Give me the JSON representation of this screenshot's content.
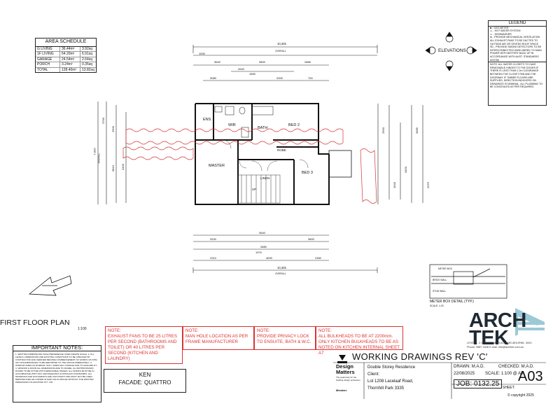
{
  "area_schedule": {
    "title": "AREA SCHEDULE",
    "rows": [
      {
        "name": "G LIVING",
        "m2": "36.44m²",
        "sq": "3.92sq"
      },
      {
        "name": "1F LIVING",
        "m2": "64.20m²",
        "sq": "6.91sq"
      },
      {
        "name": "GARAGE",
        "m2": "24.54m²",
        "sq": "2.64sq"
      },
      {
        "name": "PORCH",
        "m2": "3.24m²",
        "sq": "0.35sq"
      },
      {
        "name": "TOTAL",
        "m2": "128.40m²",
        "sq": "13.82sq"
      }
    ]
  },
  "legend": {
    "title": "LEGEND",
    "items": [
      "■ - GAS METER",
      "▭ - HOT WATER SYSTEM",
      "▭ - DISHWASHER",
      "⊗ - PROVIDE MECHANICAL VENTILATION ALL EXHAUST FANS TO BE DUCTED TO OUTSIDE AIR OR VENTED ROOF SPACE",
      "SD - PROVIDE SMOKE DETECTORS TO BE INTERCONNECTED HARD-WIRED TO MAIN POWER WITH BATTERY BACK UP IN ACCORDANCE WITH AUST. STANDARDS AS3786"
    ],
    "note": "NOTE: ALL WATER CLOSETS TO HAVE REMOVABLE HINGES TO THE DOORS IF THERE IS LESS THAN 1.2m CLEARANCE BETWEEN THE CLOSET PAN AND THE DOORWAY. IF TIMBER FLOORS ARE SUPPLIED, DIRECTION INDICATED ON DRAWINGS IS NOMINAL. ALL PLUMBING TO BE CONCEALED AS PER REQUIRED."
  },
  "elevations_label": "ELEVATIONS",
  "rooms": {
    "ens": "ENS",
    "wir": "WIR",
    "bath": "BATH",
    "bed2": "BED 2",
    "master": "MASTER",
    "bed3": "BED 3",
    "linen": "LINEN",
    "robe": "ROBE",
    "stairs": "UP"
  },
  "plan_title": "FIRST FLOOR PLAN",
  "plan_scale": "1:100",
  "notes": [
    "NOTE:\nEXHAUST FANS TO BE 25 LITRES PER SECOND (BATHROOMS AND TOILET) OR 40 LITRES PER SECOND (KITCHEN AND LAUNDRY)",
    "NOTE:\nMAN HOLE LOCATION AS PER FRAME MANUFACTURER",
    "NOTE:\nPROVIDE PRIVACY LOCK TO ENSUITE, BATH & W.C.",
    "NOTE:\nALL BULKHEADS TO BE AT 2200mm. ONLY KITCHEN BULKHEADS TO BE AS NOTED ON KITCHEN INTERNAL SHEET A7"
  ],
  "important_notes": {
    "title": "IMPORTANT NOTES:",
    "body": "1. WRITTEN DIMENSIONS TAKE PRECEDENCE OVER DRAWN SCALE. 2. ALL LEVELS, DIMENSIONS AND EXISTING CONDITIONS TO BE CHECKED BY CONTRACTOR AND VERIFIED BEFORE COMMENCEMENT OF WORKS ON SITE. ANY DISCREPANCIES TO BE REPORTED TO THE OFFICE IMMEDIATELY. 3. WINDOW SIZES AS NOMINAL ONLY. SIZES MAY CHANGE DUE TO AVAILABILITY. 4. WINDOW & DOOR ALL DIMENSIONS ARE TO FRAME. ALL BATHROOM/WC DOORS TO BE FITTED WITH REMOVABLE HINGES. ALL WORKS MUST BE IN ACCORDANCE WITH NCC AND RELEVANT AUSTRALIAN STANDARDS. ALL DRAWINGS AND DOCUMENTS ARE COPYRIGHT AND MUST NOT BE USED, REPRODUCED OR COPIED IN PART OR IN WHOLE WITHOUT THE WRITTEN PERMISSION OF ARCHTEK PTY LTD."
  },
  "ken_box": {
    "line1": "KEN",
    "line2": "FACADE: QUATTRO"
  },
  "design_matters": {
    "title": "Design Matters",
    "sub": "The peak body for the building design profession",
    "member": "Member"
  },
  "client": {
    "label": "Double Storey Residence",
    "client": "Client:",
    "address1": "Lot 1208 Lacelaaf Road,",
    "address2": "Thornhill Park 3335"
  },
  "working_drawings": "WORKING DRAWINGS REV 'C'",
  "drawn": "DRAWN: M.A.D.",
  "checked": "CHECKED: M.A.D.",
  "date": "22/08/2025",
  "scale": "SCALE: 1:100 @ A3",
  "job": "JOB: 0132.25",
  "sheet_label": "SHEET:",
  "sheet": "A03",
  "archtek": {
    "name": "ARCH TEK",
    "address": "LEVEL 1, 2 CREMORNE PLACE, MELBOURNE, 3000.",
    "contact": "Phone: 9887 4346 E-mail: info@archtek.com.au"
  },
  "meter_box": {
    "label": "METER BOX DETAIL (TYP.)",
    "scale": "SCALE: 1:20",
    "tag1": "METER BOX",
    "tag2": "BRICK WALL",
    "tag3": "STUD WALL"
  },
  "copyright": "© copyright 2025",
  "dims_top": [
    "10,325",
    "OVERALL",
    "1000",
    "3640",
    "3800",
    "2885",
    "3080",
    "2640",
    "1650",
    "2000",
    "700"
  ],
  "dims_bottom": [
    "3640",
    "3200",
    "2880",
    "3800",
    "1970",
    "2310",
    "4630",
    "2360",
    "10,325",
    "OVERALL"
  ],
  "dims_left": [
    "7,920",
    "OVERALL",
    "3790",
    "2900",
    "3810",
    "4100"
  ],
  "dims_right": [
    "2950",
    "3985",
    "3450",
    "1640",
    "2075"
  ],
  "colors": {
    "red": "#d33333",
    "ink": "#1a1a1a",
    "brand": "#1e2a33",
    "brand_accent": "#9cc9d6"
  }
}
